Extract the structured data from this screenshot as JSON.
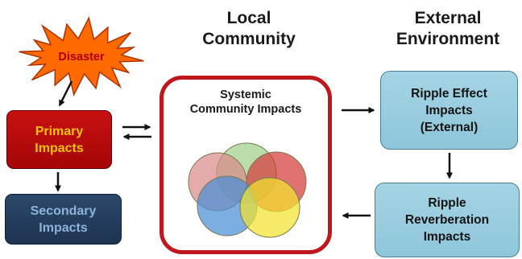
{
  "headings": {
    "local_community": [
      "Local",
      "Community"
    ],
    "external_environment": [
      "External",
      "Environment"
    ]
  },
  "disaster": {
    "label": "Disaster",
    "fill": "#ff6a00",
    "stroke": "#b03000",
    "text_color": "#b00000"
  },
  "boxes": {
    "primary_impacts": {
      "lines": [
        "Primary",
        "Impacts"
      ],
      "fill": "#b80c0c",
      "text_color": "#f2c200"
    },
    "secondary_impacts": {
      "lines": [
        "Secondary",
        "Impacts"
      ],
      "fill": "#243e5e",
      "text_color": "#8fb3d6"
    },
    "systemic_community_impacts": {
      "lines": [
        "Systemic",
        "Community Impacts"
      ],
      "border": "#c0161c"
    },
    "ripple_effect_impacts": {
      "lines": [
        "Ripple Effect",
        "Impacts",
        "(External)"
      ],
      "fill": "#9ccfe0"
    },
    "ripple_reverberation_impacts": {
      "lines": [
        "Ripple",
        "Reverberation",
        "Impacts"
      ],
      "fill": "#9ccfe0"
    }
  },
  "venn_circles": [
    {
      "name": "green",
      "color": "#9fd08a"
    },
    {
      "name": "pink",
      "color": "#d98a8a"
    },
    {
      "name": "red",
      "color": "#d63c3c"
    },
    {
      "name": "blue",
      "color": "#4a8fd6"
    },
    {
      "name": "yellow",
      "color": "#f3e32e"
    }
  ],
  "arrows": [
    {
      "from": "disaster",
      "to": "primary_impacts"
    },
    {
      "from": "primary_impacts",
      "to": "secondary_impacts"
    },
    {
      "from": "primary_impacts",
      "to": "systemic_community_impacts"
    },
    {
      "from": "systemic_community_impacts",
      "to": "primary_impacts"
    },
    {
      "from": "systemic_community_impacts",
      "to": "ripple_effect_impacts"
    },
    {
      "from": "ripple_effect_impacts",
      "to": "ripple_reverberation_impacts"
    },
    {
      "from": "ripple_reverberation_impacts",
      "to": "systemic_community_impacts"
    }
  ]
}
